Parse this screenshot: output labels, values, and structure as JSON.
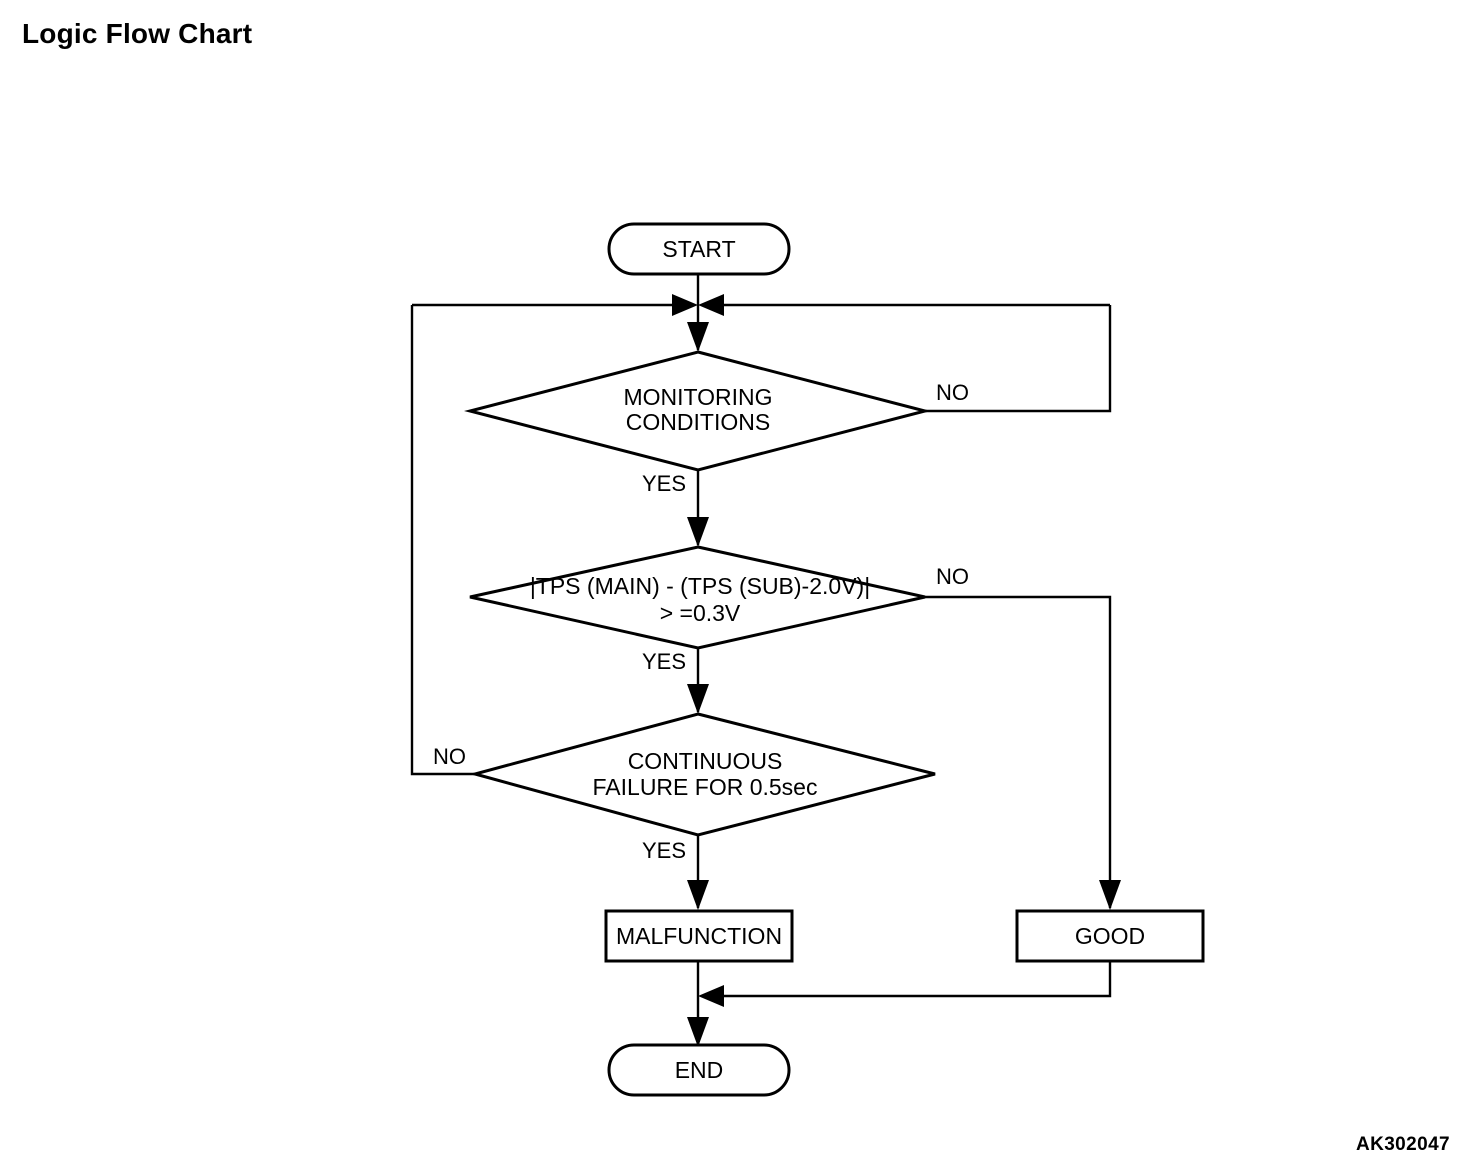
{
  "page": {
    "title": "Logic Flow Chart",
    "figure_code": "AK302047",
    "background_color": "#ffffff",
    "line_color": "#000000"
  },
  "chart_data": {
    "type": "diagram",
    "diagram_kind": "flowchart",
    "title": "Logic Flow Chart",
    "orientation": "top-to-bottom",
    "nodes": [
      {
        "id": "start",
        "shape": "stadium",
        "label": "START"
      },
      {
        "id": "monitoring",
        "shape": "decision",
        "label": "MONITORING CONDITIONS",
        "line1": "MONITORING",
        "line2": "CONDITIONS"
      },
      {
        "id": "tps",
        "shape": "decision",
        "label": "|TPS (MAIN) - (TPS (SUB)-2.0V)| > =0.3V",
        "line1": "|TPS (MAIN) - (TPS (SUB)-2.0V)|",
        "line2": "> =0.3V"
      },
      {
        "id": "continuous",
        "shape": "decision",
        "label": "CONTINUOUS FAILURE FOR 0.5sec",
        "line1": "CONTINUOUS",
        "line2": "FAILURE FOR 0.5sec"
      },
      {
        "id": "malfunction",
        "shape": "rect",
        "label": "MALFUNCTION"
      },
      {
        "id": "good",
        "shape": "rect",
        "label": "GOOD"
      },
      {
        "id": "end",
        "shape": "stadium",
        "label": "END"
      }
    ],
    "edges": [
      {
        "from": "start",
        "to": "monitoring",
        "label": "",
        "route": "down"
      },
      {
        "from": "monitoring",
        "to": "start",
        "label": "NO",
        "route": "right-up-loop"
      },
      {
        "from": "monitoring",
        "to": "tps",
        "label": "YES",
        "route": "down"
      },
      {
        "from": "tps",
        "to": "good",
        "label": "NO",
        "route": "right-down"
      },
      {
        "from": "tps",
        "to": "continuous",
        "label": "YES",
        "route": "down"
      },
      {
        "from": "continuous",
        "to": "start",
        "label": "NO",
        "route": "left-up-loop"
      },
      {
        "from": "continuous",
        "to": "malfunction",
        "label": "YES",
        "route": "down"
      },
      {
        "from": "malfunction",
        "to": "end",
        "label": "",
        "route": "down"
      },
      {
        "from": "good",
        "to": "end",
        "label": "",
        "route": "down-left-merge"
      }
    ],
    "edge_labels": {
      "monitoring_no": "NO",
      "monitoring_yes": "YES",
      "tps_no": "NO",
      "tps_yes": "YES",
      "continuous_no": "NO",
      "continuous_yes": "YES"
    }
  }
}
